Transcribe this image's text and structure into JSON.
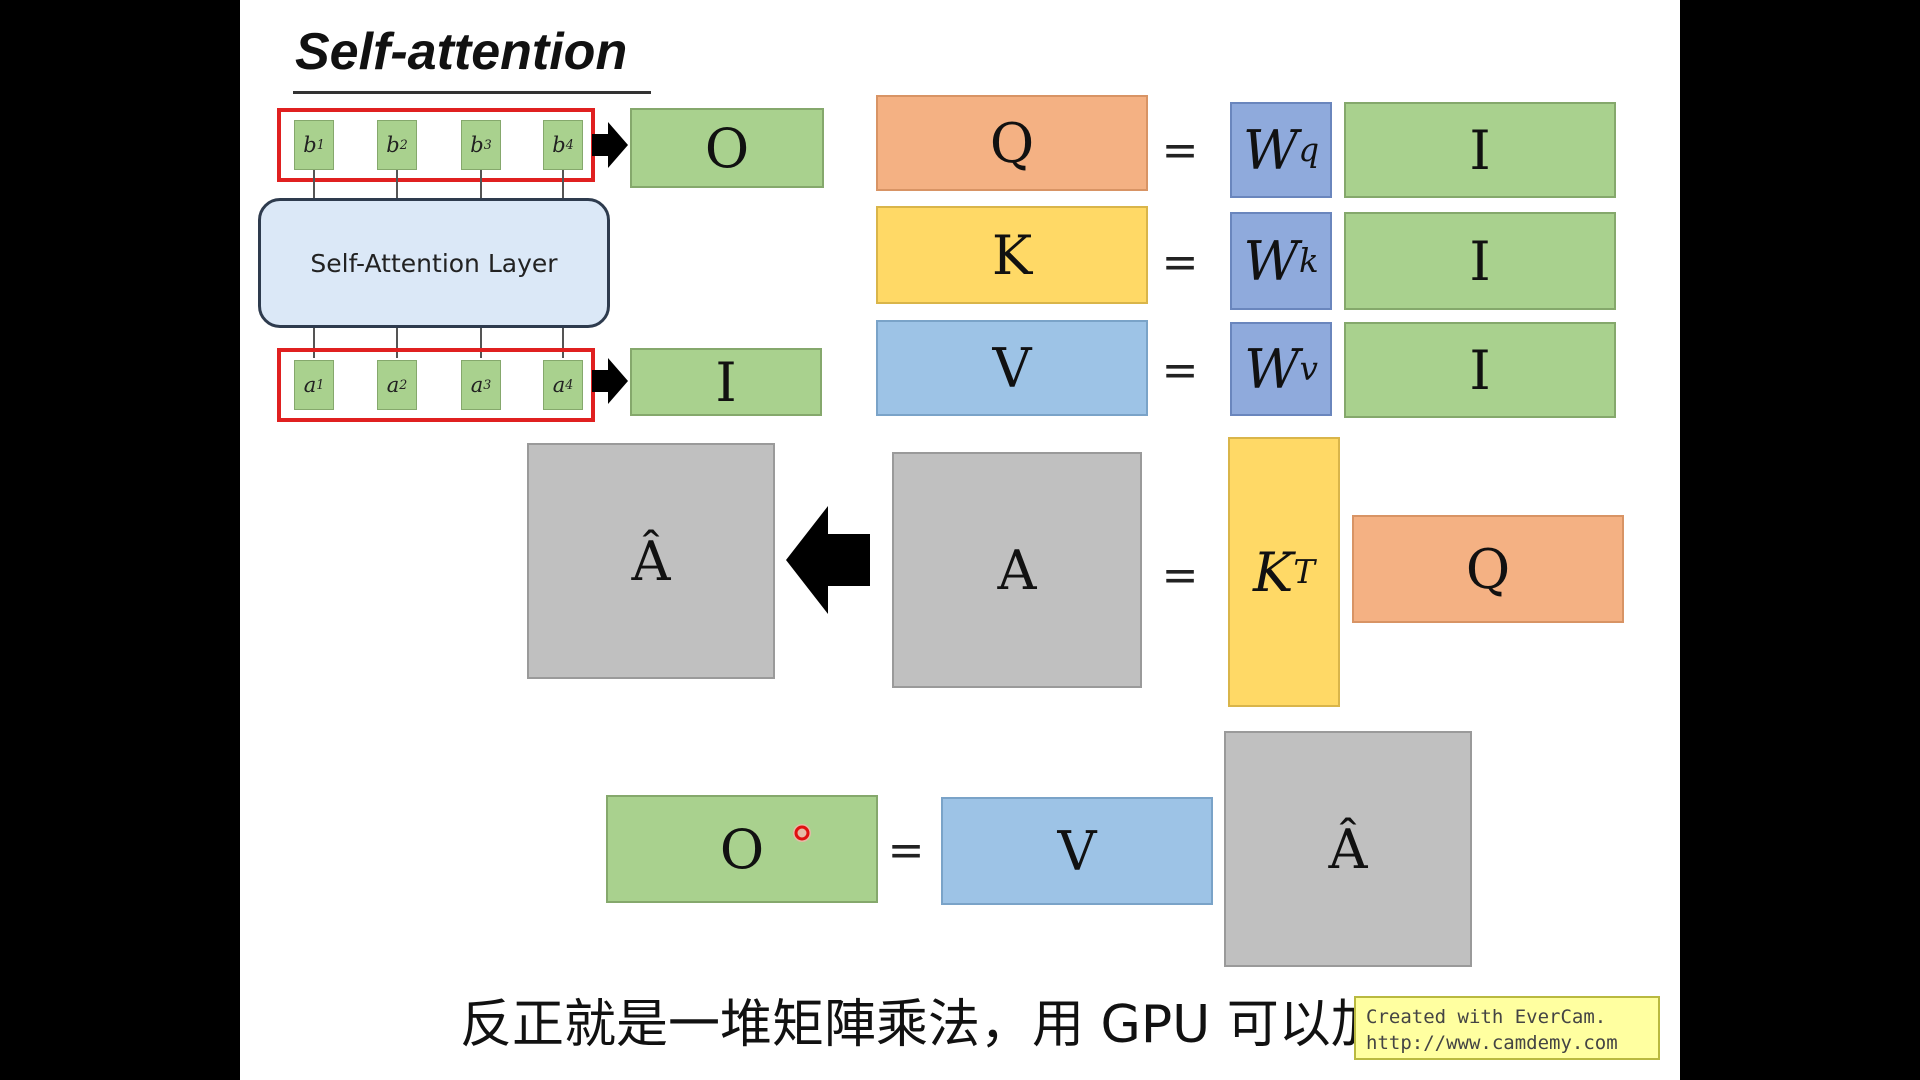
{
  "slide": {
    "title": "Self-attention",
    "layer_label": "Self-Attention Layer",
    "outputs": [
      {
        "base": "b",
        "sup": "1"
      },
      {
        "base": "b",
        "sup": "2"
      },
      {
        "base": "b",
        "sup": "3"
      },
      {
        "base": "b",
        "sup": "4"
      }
    ],
    "inputs": [
      {
        "base": "a",
        "sup": "1"
      },
      {
        "base": "a",
        "sup": "2"
      },
      {
        "base": "a",
        "sup": "3"
      },
      {
        "base": "a",
        "sup": "4"
      }
    ],
    "output_matrix": "O",
    "input_matrix": "I",
    "equations": {
      "q": {
        "lhs": "Q",
        "eq": "=",
        "w_base": "W",
        "w_sup": "q",
        "rhs": "I"
      },
      "k": {
        "lhs": "K",
        "eq": "=",
        "w_base": "W",
        "w_sup": "k",
        "rhs": "I"
      },
      "v": {
        "lhs": "V",
        "eq": "=",
        "w_base": "W",
        "w_sup": "v",
        "rhs": "I"
      },
      "a": {
        "a_hat": "Â",
        "lhs": "A",
        "eq": "=",
        "kt_base": "K",
        "kt_sup": "T",
        "rhs": "Q"
      },
      "o": {
        "lhs": "O",
        "eq": "=",
        "v": "V",
        "a_hat": "Â"
      }
    },
    "subtitle": "反正就是一堆矩陣乘法，用 GPU 可以加速",
    "watermark": {
      "line1": "Created with EverCam.",
      "line2": "http://www.camdemy.com"
    }
  },
  "colors": {
    "green": "#a9d18e",
    "orange": "#f4b183",
    "yellow": "#ffd966",
    "blue": "#9dc3e6",
    "purple": "#8faadc",
    "gray": "#c0c0c0",
    "red_outline": "#e02020",
    "layer_fill": "#dbe8f7"
  },
  "icons": [
    "right-arrow-icon",
    "left-arrow-icon",
    "cursor-dot-icon"
  ]
}
